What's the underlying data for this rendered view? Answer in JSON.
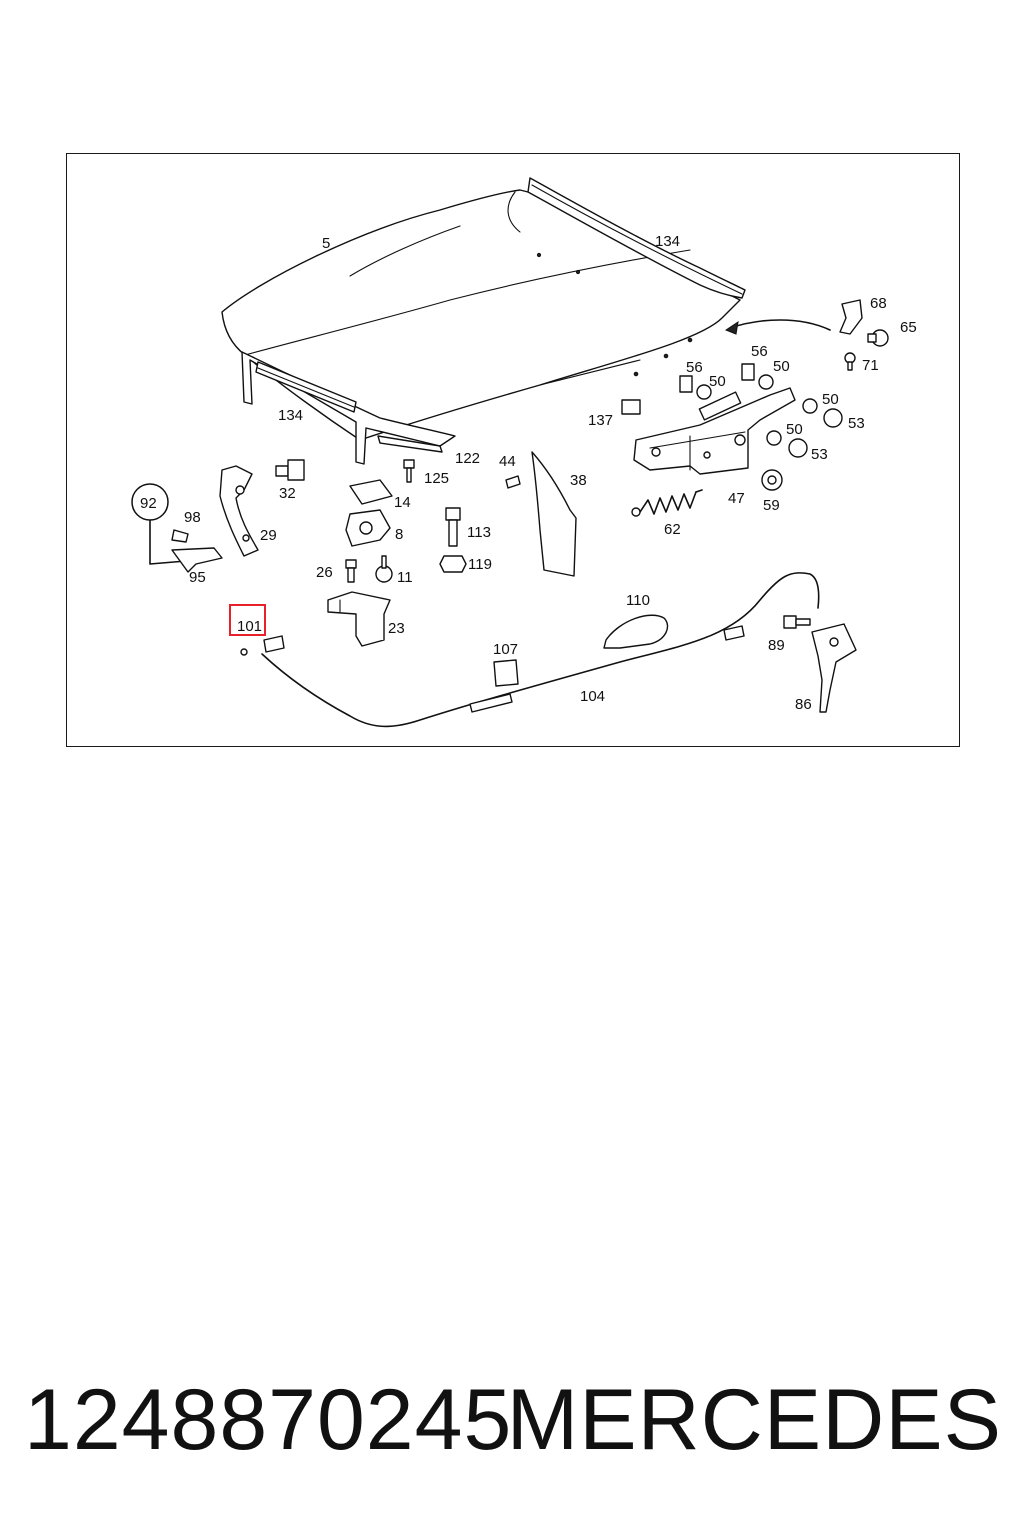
{
  "callouts": {
    "c5": "5",
    "c134a": "134",
    "c134b": "134",
    "c68": "68",
    "c65": "65",
    "c71": "71",
    "c56a": "56",
    "c56b": "56",
    "c50a": "50",
    "c50b": "50",
    "c50c": "50",
    "c50d": "50",
    "c53a": "53",
    "c53b": "53",
    "c137": "137",
    "c47": "47",
    "c59": "59",
    "c62": "62",
    "c122": "122",
    "c125": "125",
    "c44": "44",
    "c38": "38",
    "c32": "32",
    "c14": "14",
    "c92": "92",
    "c98": "98",
    "c29": "29",
    "c95": "95",
    "c8": "8",
    "c113": "113",
    "c119": "119",
    "c26": "26",
    "c11": "11",
    "c23": "23",
    "c101": "101",
    "c110": "110",
    "c107": "107",
    "c104": "104",
    "c89": "89",
    "c86": "86"
  },
  "highlight": {
    "callout": "101",
    "color": "#e8202a"
  },
  "footer": {
    "part_number": "1248870245",
    "brand": "MERCEDES"
  }
}
